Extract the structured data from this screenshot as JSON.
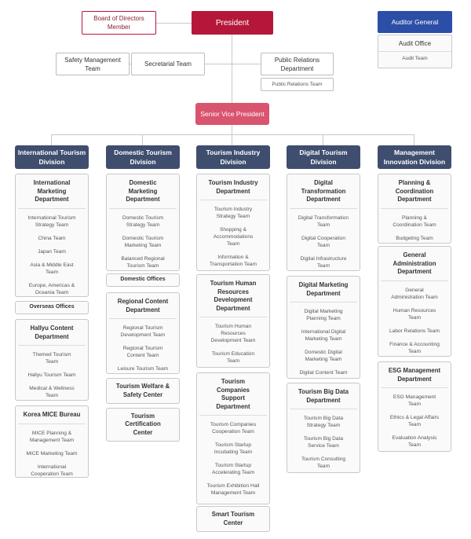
{
  "top": {
    "president": "President",
    "board": "Board of Directors\nMember",
    "auditor_general": "Auditor General",
    "audit_office": "Audit Office",
    "audit_team": "Audit Team",
    "safety": "Safety Management\nTeam",
    "secretarial": "Secretarial Team",
    "pr_dept": "Public Relations\nDepartment",
    "pr_team": "Public Relations Team",
    "svp": "Senior Vice President"
  },
  "divisions": [
    {
      "title": "International Tourism\nDivision",
      "blocks": [
        {
          "title": "International\nMarketing\nDepartment",
          "teams": [
            "International Tourism\nStrategy Team",
            "China Team",
            "Japan Team",
            "Asia & Middle East\nTeam",
            "Europe, Americas &\nOceania Team"
          ]
        },
        {
          "title": "Overseas Offices",
          "teams": []
        },
        {
          "title": "Hallyu Content\nDepartment",
          "teams": [
            "Themed Tourism\nTeam",
            "Hallyu Tourism Team",
            "Medical & Wellness\nTeam"
          ]
        },
        {
          "title": "Korea MICE Bureau",
          "teams": [
            "MICE Planning &\nManagement Team",
            "MICE Marketing Team",
            "International\nCooperation Team"
          ]
        }
      ]
    },
    {
      "title": "Domestic Tourism\nDivision",
      "blocks": [
        {
          "title": "Domestic\nMarketing\nDepartment",
          "teams": [
            "Domestic Tourism\nStrategy Team",
            "Domestic Tourism\nMarketing Team",
            "Balanced Regional\nTourism Team"
          ]
        },
        {
          "title": "Domestic Offices",
          "teams": []
        },
        {
          "title": "Regional Content\nDepartment",
          "teams": [
            "Regional Tourism\nDevelopment Team",
            "Regional Tourism\nContent Team",
            "Leisure Tourism Team"
          ]
        },
        {
          "title": "Tourism Welfare &\nSafety Center",
          "teams": []
        },
        {
          "title": "Tourism\nCertification\nCenter",
          "teams": []
        }
      ]
    },
    {
      "title": "Tourism Industry\nDivision",
      "blocks": [
        {
          "title": "Tourism Industry\nDepartment",
          "teams": [
            "Tourism Industry\nStrategy Team",
            "Shopping &\nAccommodations\nTeam",
            "Information &\nTransportation Team"
          ]
        },
        {
          "title": "Tourism Human\nResources\nDevelopment\nDepartment",
          "teams": [
            "Tourism Human\nResources\nDevelopment Team",
            "Tourism Education\nTeam"
          ]
        },
        {
          "title": "Tourism\nCompanies\nSupport\nDepartment",
          "teams": [
            "Tourism Companies\nCooperation Team",
            "Tourism Startup\nIncubating Team",
            "Tourism Startup\nAccelerating Team",
            "Tourism Exhibition Hall\nManagement Team"
          ]
        },
        {
          "title": "Smart Tourism\nCenter",
          "teams": []
        }
      ]
    },
    {
      "title": "Digital Tourism\nDivision",
      "blocks": [
        {
          "title": "Digital\nTransformation\nDepartment",
          "teams": [
            "Digital Transformation\nTeam",
            "Digital Cooperation\nTeam",
            "Digital Infrastructure\nTeam"
          ]
        },
        {
          "title": "Digital Marketing\nDepartment",
          "teams": [
            "Digital Marketing\nPlanning Team",
            "International Digital\nMarketing Team",
            "Domestic Digital\nMarketing Team",
            "Digital Content Team"
          ]
        },
        {
          "title": "Tourism Big Data\nDepartment",
          "teams": [
            "Tourism Big Data\nStrategy Team",
            "Tourism Big Data\nService Team",
            "Tourism Consulting\nTeam"
          ]
        }
      ]
    },
    {
      "title": "Management\nInnovation Division",
      "blocks": [
        {
          "title": "Planning &\nCoordination\nDepartment",
          "teams": [
            "Planning &\nCoordination Team",
            "Budgeting Team"
          ]
        },
        {
          "title": "General\nAdministration\nDepartment",
          "teams": [
            "General\nAdministration Team",
            "Human Resources\nTeam",
            "Labor Relations Team",
            "Finance & Accounting\nTeam"
          ]
        },
        {
          "title": "ESG Management\nDepartment",
          "teams": [
            "ESG Management\nTeam",
            "Ethics & Legal Affairs\nTeam",
            "Evaluation Analysis\nTeam"
          ]
        }
      ]
    }
  ]
}
